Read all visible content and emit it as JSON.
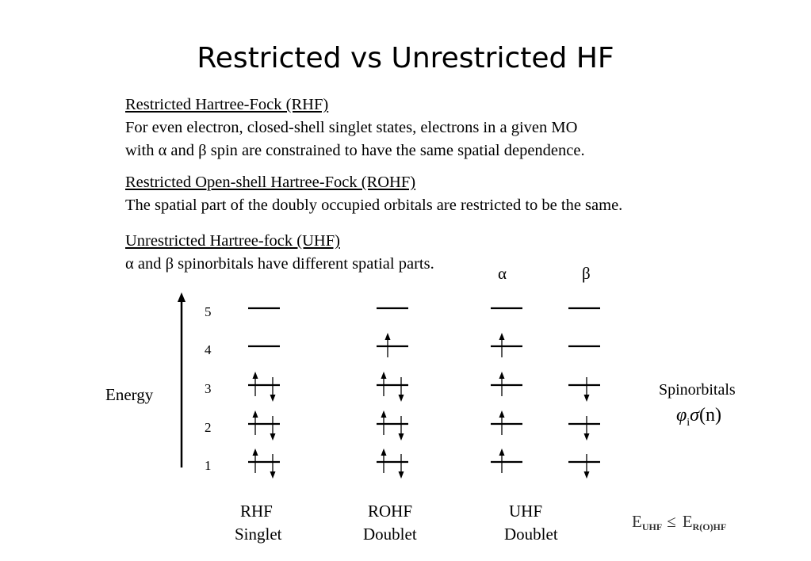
{
  "title": "Restricted vs Unrestricted HF",
  "rhf": {
    "heading": "Restricted Hartree-Fock (RHF)",
    "line1": "For even electron, closed-shell singlet states, electrons in a given MO",
    "line2": "with α and β spin are constrained to have the same spatial dependence."
  },
  "rohf": {
    "heading": "Restricted Open-shell Hartree-Fock (ROHF)",
    "line1": "The spatial part of the doubly occupied orbitals are restricted to be the same."
  },
  "uhf": {
    "heading": "Unrestricted Hartree-fock (UHF)",
    "line1": "α and β spinorbitals have different spatial parts."
  },
  "diagram": {
    "energy_label": "Energy",
    "level_numbers": [
      "5",
      "4",
      "3",
      "2",
      "1"
    ],
    "alpha_label": "α",
    "beta_label": "β",
    "spinorbitals_label": "Spinorbitals",
    "spinorbital_phi": "φ",
    "spinorbital_sub": "i",
    "spinorbital_sigma": "σ",
    "spinorbital_arg": "(n)",
    "captions": {
      "rhf_line1": "RHF",
      "rhf_line2": "Singlet",
      "rohf_line1": "ROHF",
      "rohf_line2": "Doublet",
      "uhf_line1": "UHF",
      "uhf_line2": "Doublet"
    },
    "inequality": {
      "e1": "E",
      "sub1": "UHF",
      "op": "≤",
      "e2": "E",
      "sub2": "R(O)HF"
    },
    "occupations": {
      "rhf": {
        "1": "paired",
        "2": "paired",
        "3": "paired",
        "4": "empty",
        "5": "empty"
      },
      "rohf": {
        "1": "paired",
        "2": "paired",
        "3": "paired",
        "4": "up",
        "5": "empty"
      },
      "uhf_alpha": {
        "1": "up",
        "2": "up",
        "3": "up",
        "4": "up",
        "5": "empty"
      },
      "uhf_beta": {
        "1": "down",
        "2": "down",
        "3": "down",
        "4": "empty",
        "5": "empty"
      }
    }
  }
}
